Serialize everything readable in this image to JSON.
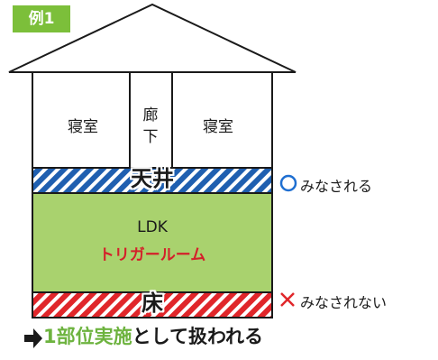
{
  "badge": "例1",
  "rooms": {
    "left": "寝室",
    "center_line1": "廊",
    "center_line2": "下",
    "right": "寝室"
  },
  "ceiling": {
    "label": "天井",
    "note_mark": "○",
    "note_text": "みなされる"
  },
  "ldk": {
    "label": "LDK",
    "trigger": "トリガールーム"
  },
  "floor": {
    "label": "床",
    "note_mark": "×",
    "note_text": "みなされない"
  },
  "result": {
    "arrow": "➡",
    "highlight": "1部位実施",
    "rest": "として扱われる"
  },
  "colors": {
    "badge": "#7cbf3a",
    "ceiling_stripe": "#1f5fb0",
    "ldk_fill": "#a9d26e",
    "floor_stripe": "#e0262a",
    "circle_mark": "#1f6fd1",
    "cross_mark": "#e0262a",
    "trigger_text": "#d4202a"
  }
}
